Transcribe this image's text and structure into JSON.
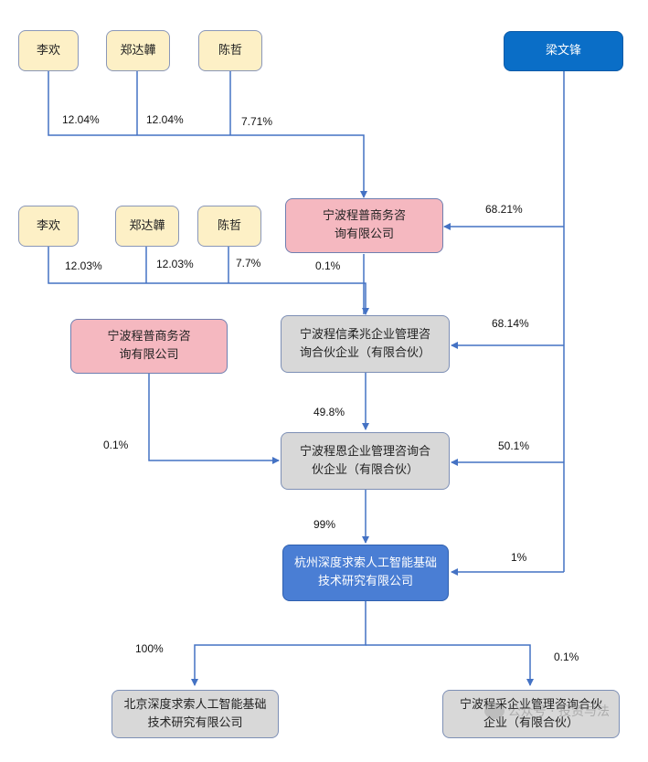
{
  "nodes": {
    "top_li_huan": "李欢",
    "top_zheng_da_han": "郑达韡",
    "top_chen_zhe": "陈哲",
    "liang_wenfeng": "梁文锋",
    "chengpu_top": "宁波程普商务咨询有限公司",
    "mid_li_huan": "李欢",
    "mid_zheng_da_han": "郑达韡",
    "mid_chen_zhe": "陈哲",
    "chengpu_left": "宁波程普商务咨询有限公司",
    "chengxin": "宁波程信柔兆企业管理咨询合伙企业（有限合伙）",
    "chengen": "宁波程恩企业管理咨询合伙企业（有限合伙）",
    "hangzhou": "杭州深度求索人工智能基础技术研究有限公司",
    "beijing": "北京深度求索人工智能基础技术研究有限公司",
    "chengcai": "宁波程采企业管理咨询合伙企业（有限合伙）"
  },
  "percentages": {
    "p_top_li": "12.04%",
    "p_top_zheng": "12.04%",
    "p_top_chen": "7.71%",
    "p_liang_chengpu": "68.21%",
    "p_mid_li": "12.03%",
    "p_mid_zheng": "12.03%",
    "p_mid_chen": "7.7%",
    "p_chengpu_chengxin": "0.1%",
    "p_liang_chengxin": "68.14%",
    "p_chengxin_chengen": "49.8%",
    "p_chengpu_chengen": "0.1%",
    "p_liang_chengen": "50.1%",
    "p_chengen_hangzhou": "99%",
    "p_liang_hangzhou": "1%",
    "p_hangzhou_beijing": "100%",
    "p_chengcai": "0.1%"
  },
  "watermark": "公众号 · 投资与法",
  "colors": {
    "line": "#4472c4",
    "person_fill": "#fdf0c6",
    "pink_fill": "#f5b8c0",
    "grey_fill": "#d8d8d8",
    "blue_fill": "#0a6ec7"
  }
}
